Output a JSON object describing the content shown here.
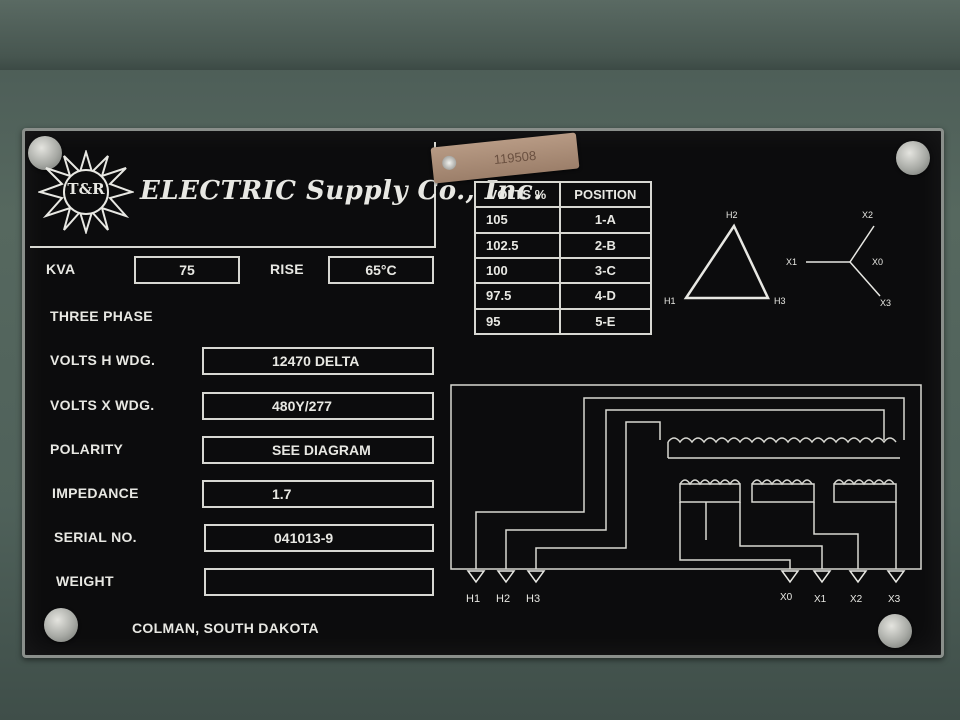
{
  "nameplate": {
    "manufacturer": "ELECTRIC Supply Co., Inc.",
    "logo_letters": "T&R",
    "tag_number": "119508",
    "kva_label": "KVA",
    "kva_value": "75",
    "rise_label": "RISE",
    "rise_value": "65°C",
    "phase": "THREE PHASE",
    "fields": [
      {
        "label": "VOLTS H WDG.",
        "value": "12470 DELTA"
      },
      {
        "label": "VOLTS X WDG.",
        "value": "480Y/277"
      },
      {
        "label": "POLARITY",
        "value": "SEE DIAGRAM"
      },
      {
        "label": "IMPEDANCE",
        "value": "1.7"
      },
      {
        "label": "SERIAL NO.",
        "value": "041013-9"
      },
      {
        "label": "WEIGHT",
        "value": ""
      }
    ],
    "location": "COLMAN, SOUTH DAKOTA"
  },
  "tap_table": {
    "headers": [
      "VOLTS %",
      "POSITION"
    ],
    "rows": [
      [
        "105",
        "1-A"
      ],
      [
        "102.5",
        "2-B"
      ],
      [
        "100",
        "3-C"
      ],
      [
        "97.5",
        "4-D"
      ],
      [
        "95",
        "5-E"
      ]
    ]
  },
  "vector_diagram": {
    "delta_labels": [
      "H2",
      "H1",
      "H3"
    ],
    "wye_labels": [
      "X2",
      "X1",
      "X0",
      "X3"
    ]
  },
  "wiring_diagram": {
    "h_terminals": [
      "H1",
      "H2",
      "H3"
    ],
    "x_terminals": [
      "X0",
      "X1",
      "X2",
      "X3"
    ]
  },
  "colors": {
    "plate": "#0c0c0d",
    "lettering": "#e8e8e3",
    "wall": "#4f615a",
    "tag": "#b79a84"
  }
}
